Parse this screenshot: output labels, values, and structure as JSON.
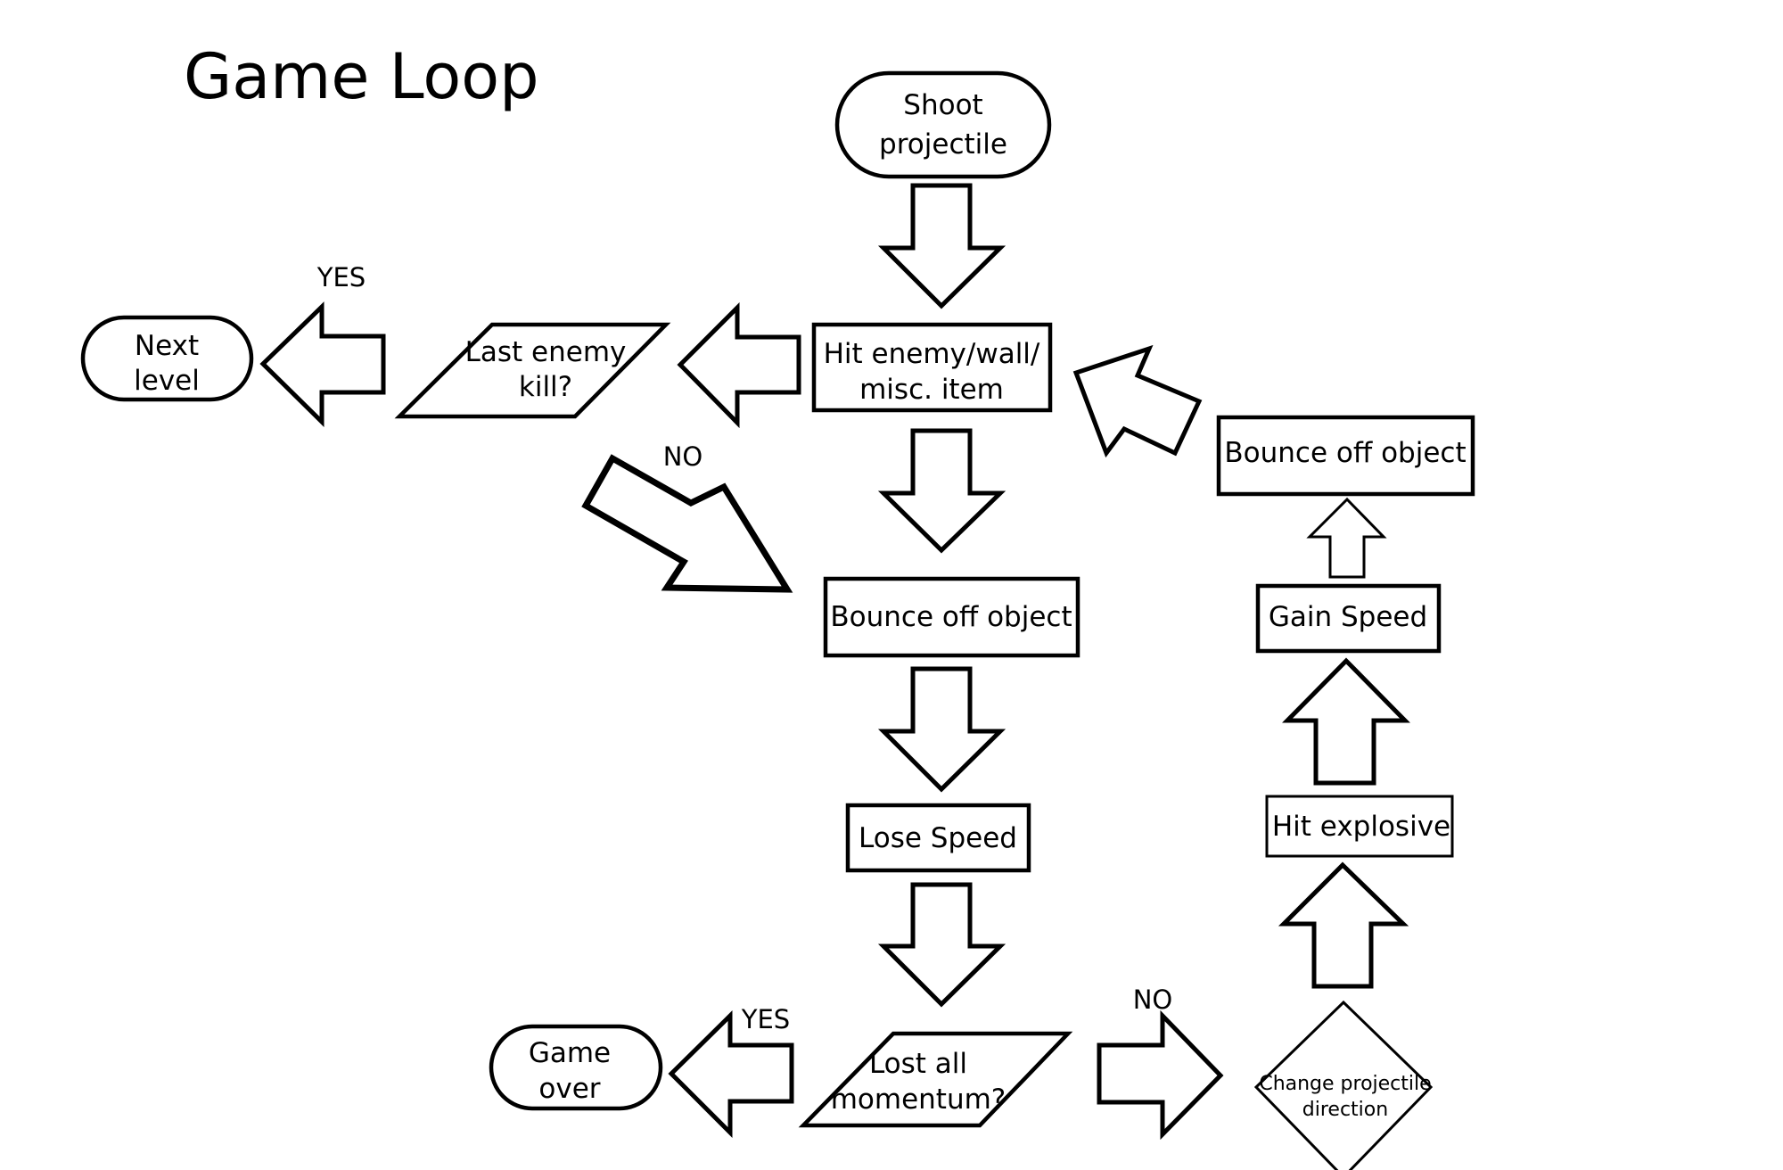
{
  "title": "Game Loop",
  "nodes": {
    "shoot": {
      "line1": "Shoot",
      "line2": "projectile"
    },
    "hit": {
      "line1": "Hit enemy/wall/",
      "line2": "misc. item"
    },
    "last_enemy": {
      "line1": "Last enemy",
      "line2": "kill?"
    },
    "next_level": {
      "line1": "Next",
      "line2": "level"
    },
    "bounce_center": {
      "label": "Bounce off object"
    },
    "lose_speed": {
      "label": "Lose Speed"
    },
    "lost_momentum": {
      "line1": "Lost all",
      "line2": "momentum?"
    },
    "game_over": {
      "line1": "Game",
      "line2": "over"
    },
    "change_direction": {
      "line1": "Change projectile",
      "line2": "direction"
    },
    "hit_explosive": {
      "label": "Hit explosive"
    },
    "gain_speed": {
      "label": "Gain Speed"
    },
    "bounce_right": {
      "label": "Bounce off object"
    }
  },
  "labels": {
    "yes_top": "YES",
    "no_middle": "NO",
    "yes_bottom": "YES",
    "no_bottom": "NO"
  }
}
